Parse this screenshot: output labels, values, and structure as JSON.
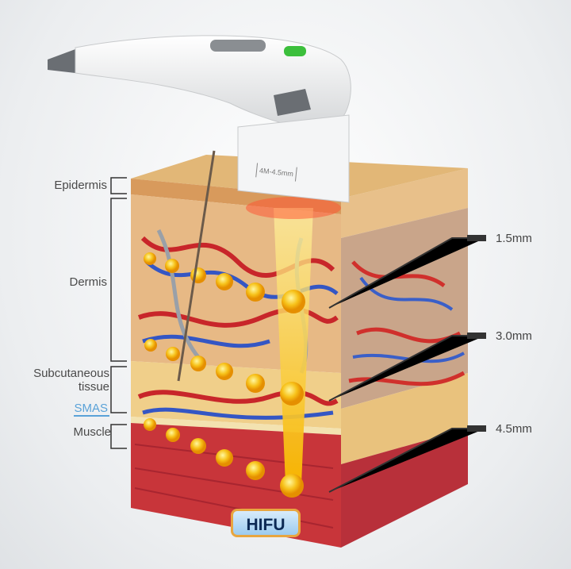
{
  "diagram": {
    "left_labels": {
      "epidermis": "Epidermis",
      "dermis": "Dermis",
      "subcutaneous_line1": "Subcutaneous",
      "subcutaneous_line2": "tissue",
      "smas": "SMAS",
      "muscle": "Muscle"
    },
    "depth_labels": [
      "1.5mm",
      "3.0mm",
      "4.5mm"
    ],
    "cartridge_label": "4M-4.5mm",
    "badge": "HIFU",
    "colors": {
      "beam": "#f7c21a",
      "muscle": "#c8353a",
      "smas": "#5aa2d8",
      "badge_border": "#e8a640"
    }
  }
}
